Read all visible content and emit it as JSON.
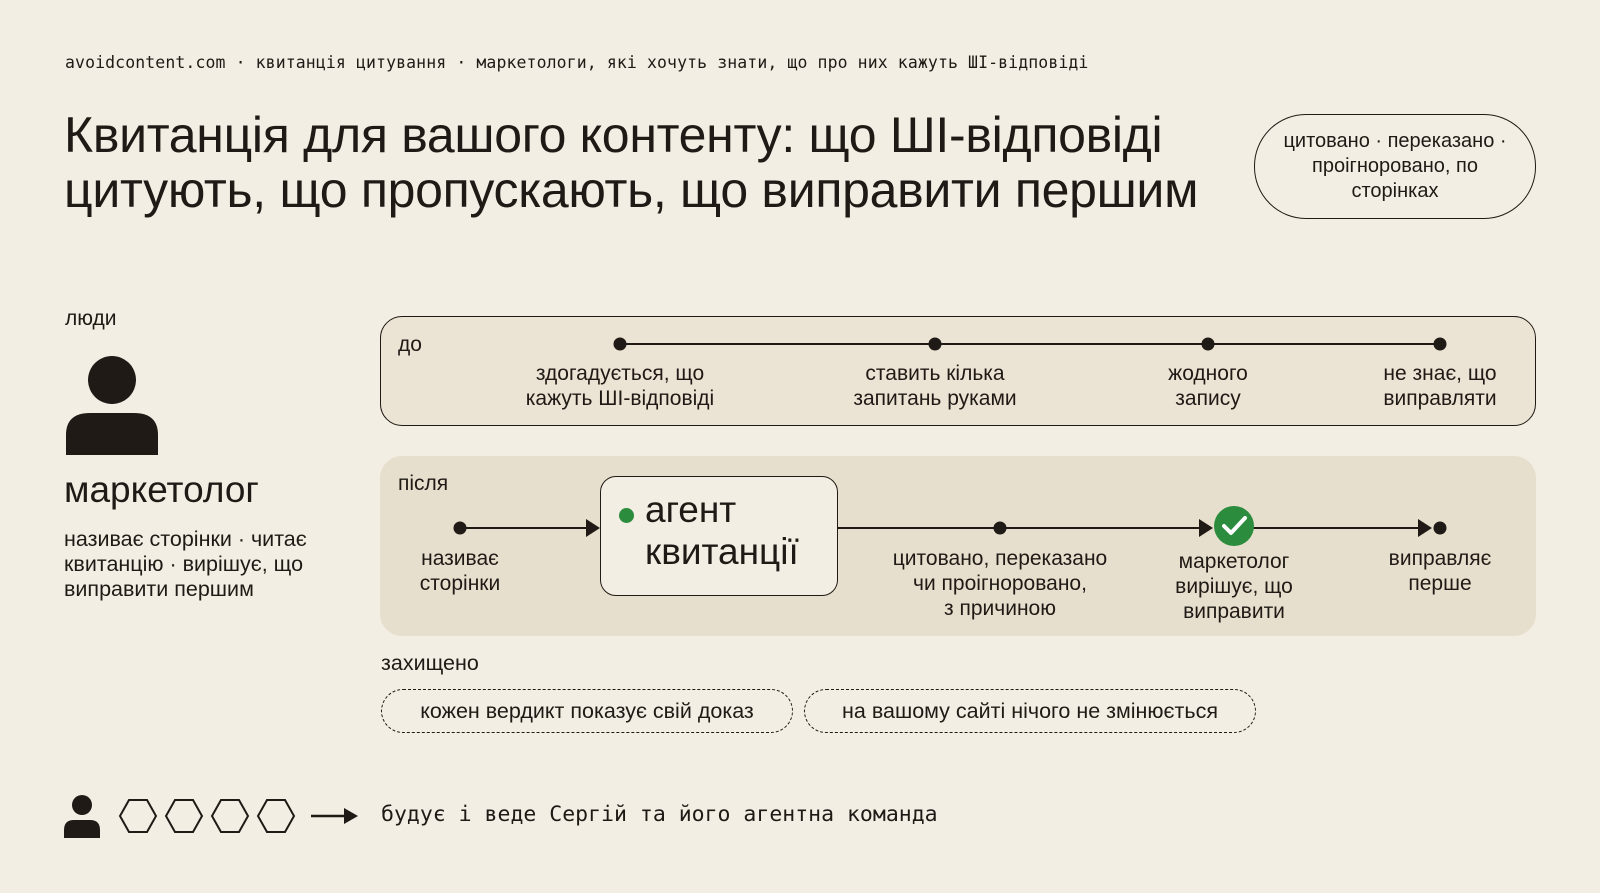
{
  "header": {
    "topline": "avoidcontent.com · квитанція цитування · маркетологи, які хочуть знати, що про них кажуть ШІ-відповіді",
    "title": "Квитанція для вашого контенту: що ШІ-відповіді цитують, що пропускають, що виправити першим",
    "legend": "цитовано · переказано · проігноровано, по сторінках"
  },
  "people": {
    "label": "люди",
    "icon": "person-icon",
    "role": "маркетолог",
    "description": "називає сторінки · читає квитанцію · вирішує, що виправити першим"
  },
  "before": {
    "tag": "до",
    "steps": [
      {
        "line1": "здогадується, що",
        "line2": "кажуть ШІ-відповіді"
      },
      {
        "line1": "ставить кілька",
        "line2": "запитань руками"
      },
      {
        "line1": "жодного",
        "line2": "запису"
      },
      {
        "line1": "не знає, що",
        "line2": "виправляти"
      }
    ]
  },
  "after": {
    "tag": "після",
    "start": {
      "line1": "називає",
      "line2": "сторінки"
    },
    "agent": {
      "line1": "агент",
      "line2": "квитанції",
      "status_color": "#2a8c3c"
    },
    "verdict": {
      "line1": "цитовано, переказано",
      "line2": "чи проігноровано,",
      "line3": "з причиною"
    },
    "decide": {
      "line1": "маркетолог",
      "line2": "вирішує, що",
      "line3": "виправити",
      "icon": "check-circle-icon",
      "icon_color": "#2a8c3c"
    },
    "fix": {
      "line1": "виправляє",
      "line2": "перше"
    }
  },
  "protected": {
    "label": "захищено",
    "items": [
      "кожен вердикт показує свій доказ",
      "на вашому сайті нічого не змінюється"
    ]
  },
  "footer": {
    "icons": [
      "person-icon",
      "hexagon-icon",
      "hexagon-icon",
      "hexagon-icon",
      "hexagon-icon",
      "arrow-right-icon"
    ],
    "credit": "будує і веде Сергій та його агентна команда"
  }
}
